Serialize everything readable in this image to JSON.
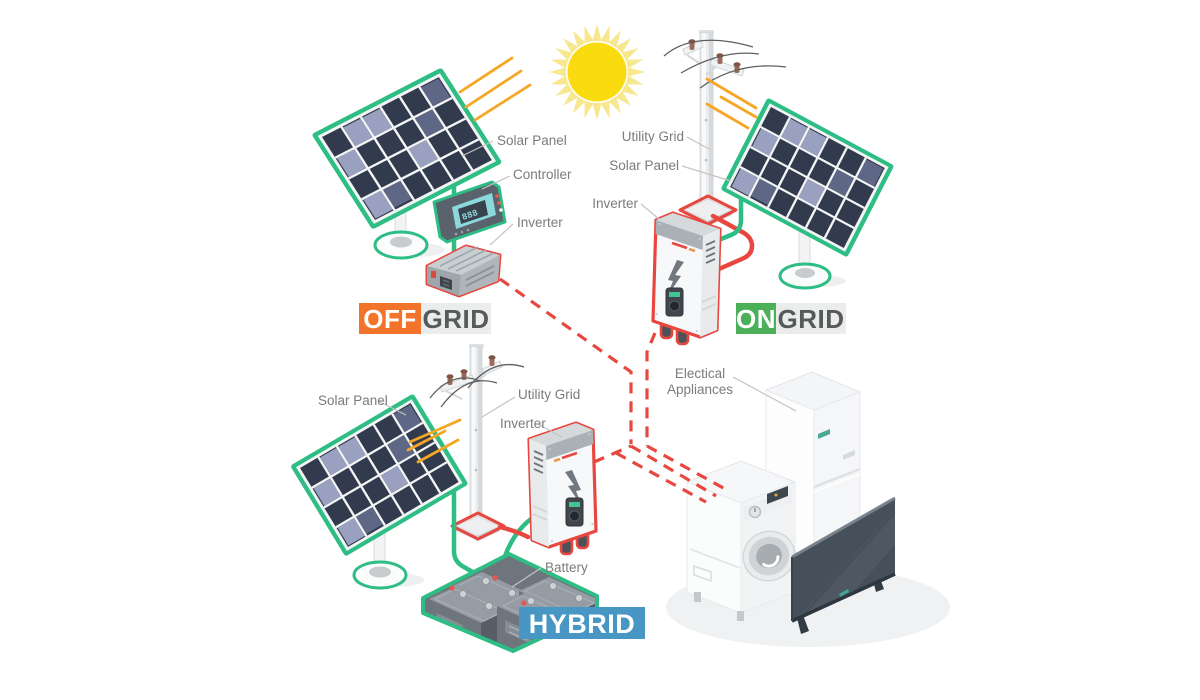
{
  "diagram": {
    "background_color": "#FFFFFF",
    "colors": {
      "panel_frame_green": "#2EBD85",
      "wire_green": "#2EBD85",
      "wire_red": "#E8473F",
      "dashed_line_red": "#E8473F",
      "sun_ray_orange": "#F5A723",
      "sun_core_yellow": "#FADB10",
      "sun_spikes_yellow": "#F7E78F",
      "badge_orange": "#F2732A",
      "badge_green": "#4CAF5A",
      "badge_blue": "#4796C3",
      "badge_gray_bg": "#EBECEC",
      "badge_gray_text": "#58595B",
      "badge_white_text": "#FFFFFF",
      "label_text": "#7B7B7B"
    },
    "offgrid": {
      "badge_left": "OFF",
      "badge_right": "GRID",
      "labels": {
        "solar_panel": "Solar Panel",
        "controller": "Controller",
        "inverter": "Inverter"
      },
      "controller_display": "888"
    },
    "ongrid": {
      "badge_left": "ON",
      "badge_right": "GRID",
      "labels": {
        "utility_grid": "Utility Grid",
        "solar_panel": "Solar Panel",
        "inverter": "Inverter"
      }
    },
    "hybrid": {
      "badge": "HYBRID",
      "labels": {
        "solar_panel": "Solar Panel",
        "utility_grid": "Utility Grid",
        "inverter": "Inverter",
        "battery": "Battery"
      }
    },
    "appliances": {
      "label_line1": "Electical",
      "label_line2": "Appliances"
    }
  }
}
